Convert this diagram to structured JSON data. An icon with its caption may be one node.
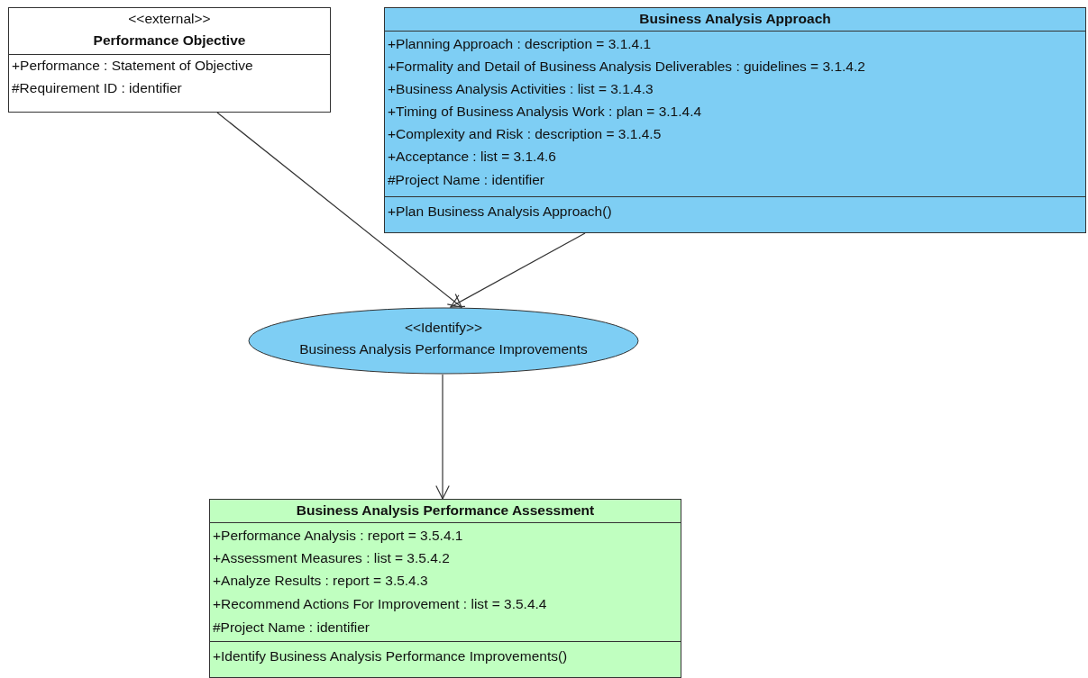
{
  "diagram": {
    "nodes": [
      {
        "text": [
          "<<external>>",
          "Performance Objective",
          "+Performance : Statement of Objective",
          "#Requirement ID : identifier"
        ]
      },
      {
        "text": [
          "Business Analysis Approach",
          "+Planning Approach : description = 3.1.4.1",
          "+Formality and Detail of Business Analysis Deliverables : guidelines = 3.1.4.2",
          "+Business Analysis Activities : list = 3.1.4.3",
          "+Timing of Business Analysis Work : plan = 3.1.4.4",
          "+Complexity and Risk : description = 3.1.4.5",
          "+Acceptance : list = 3.1.4.6",
          "#Project Name : identifier",
          "+Plan Business Analysis Approach()"
        ]
      },
      {
        "text": [
          "<<Identify>>",
          "Business Analysis Performance Improvements"
        ]
      },
      {
        "text": [
          "Business Analysis Performance Assessment",
          "+Performance Analysis : report = 3.5.4.1",
          "+Assessment Measures : list = 3.5.4.2",
          "+Analyze Results : report = 3.5.4.3",
          "+Recommend Actions For Improvement : list = 3.5.4.4",
          "#Project Name : identifier",
          "+Identify Business Analysis Performance Improvements()"
        ]
      }
    ],
    "edges": [
      {
        "from": 0,
        "to": 2,
        "arrow": "to"
      },
      {
        "from": 1,
        "to": 2,
        "arrow": "to"
      },
      {
        "from": 2,
        "to": 3,
        "arrow": "to"
      }
    ]
  }
}
